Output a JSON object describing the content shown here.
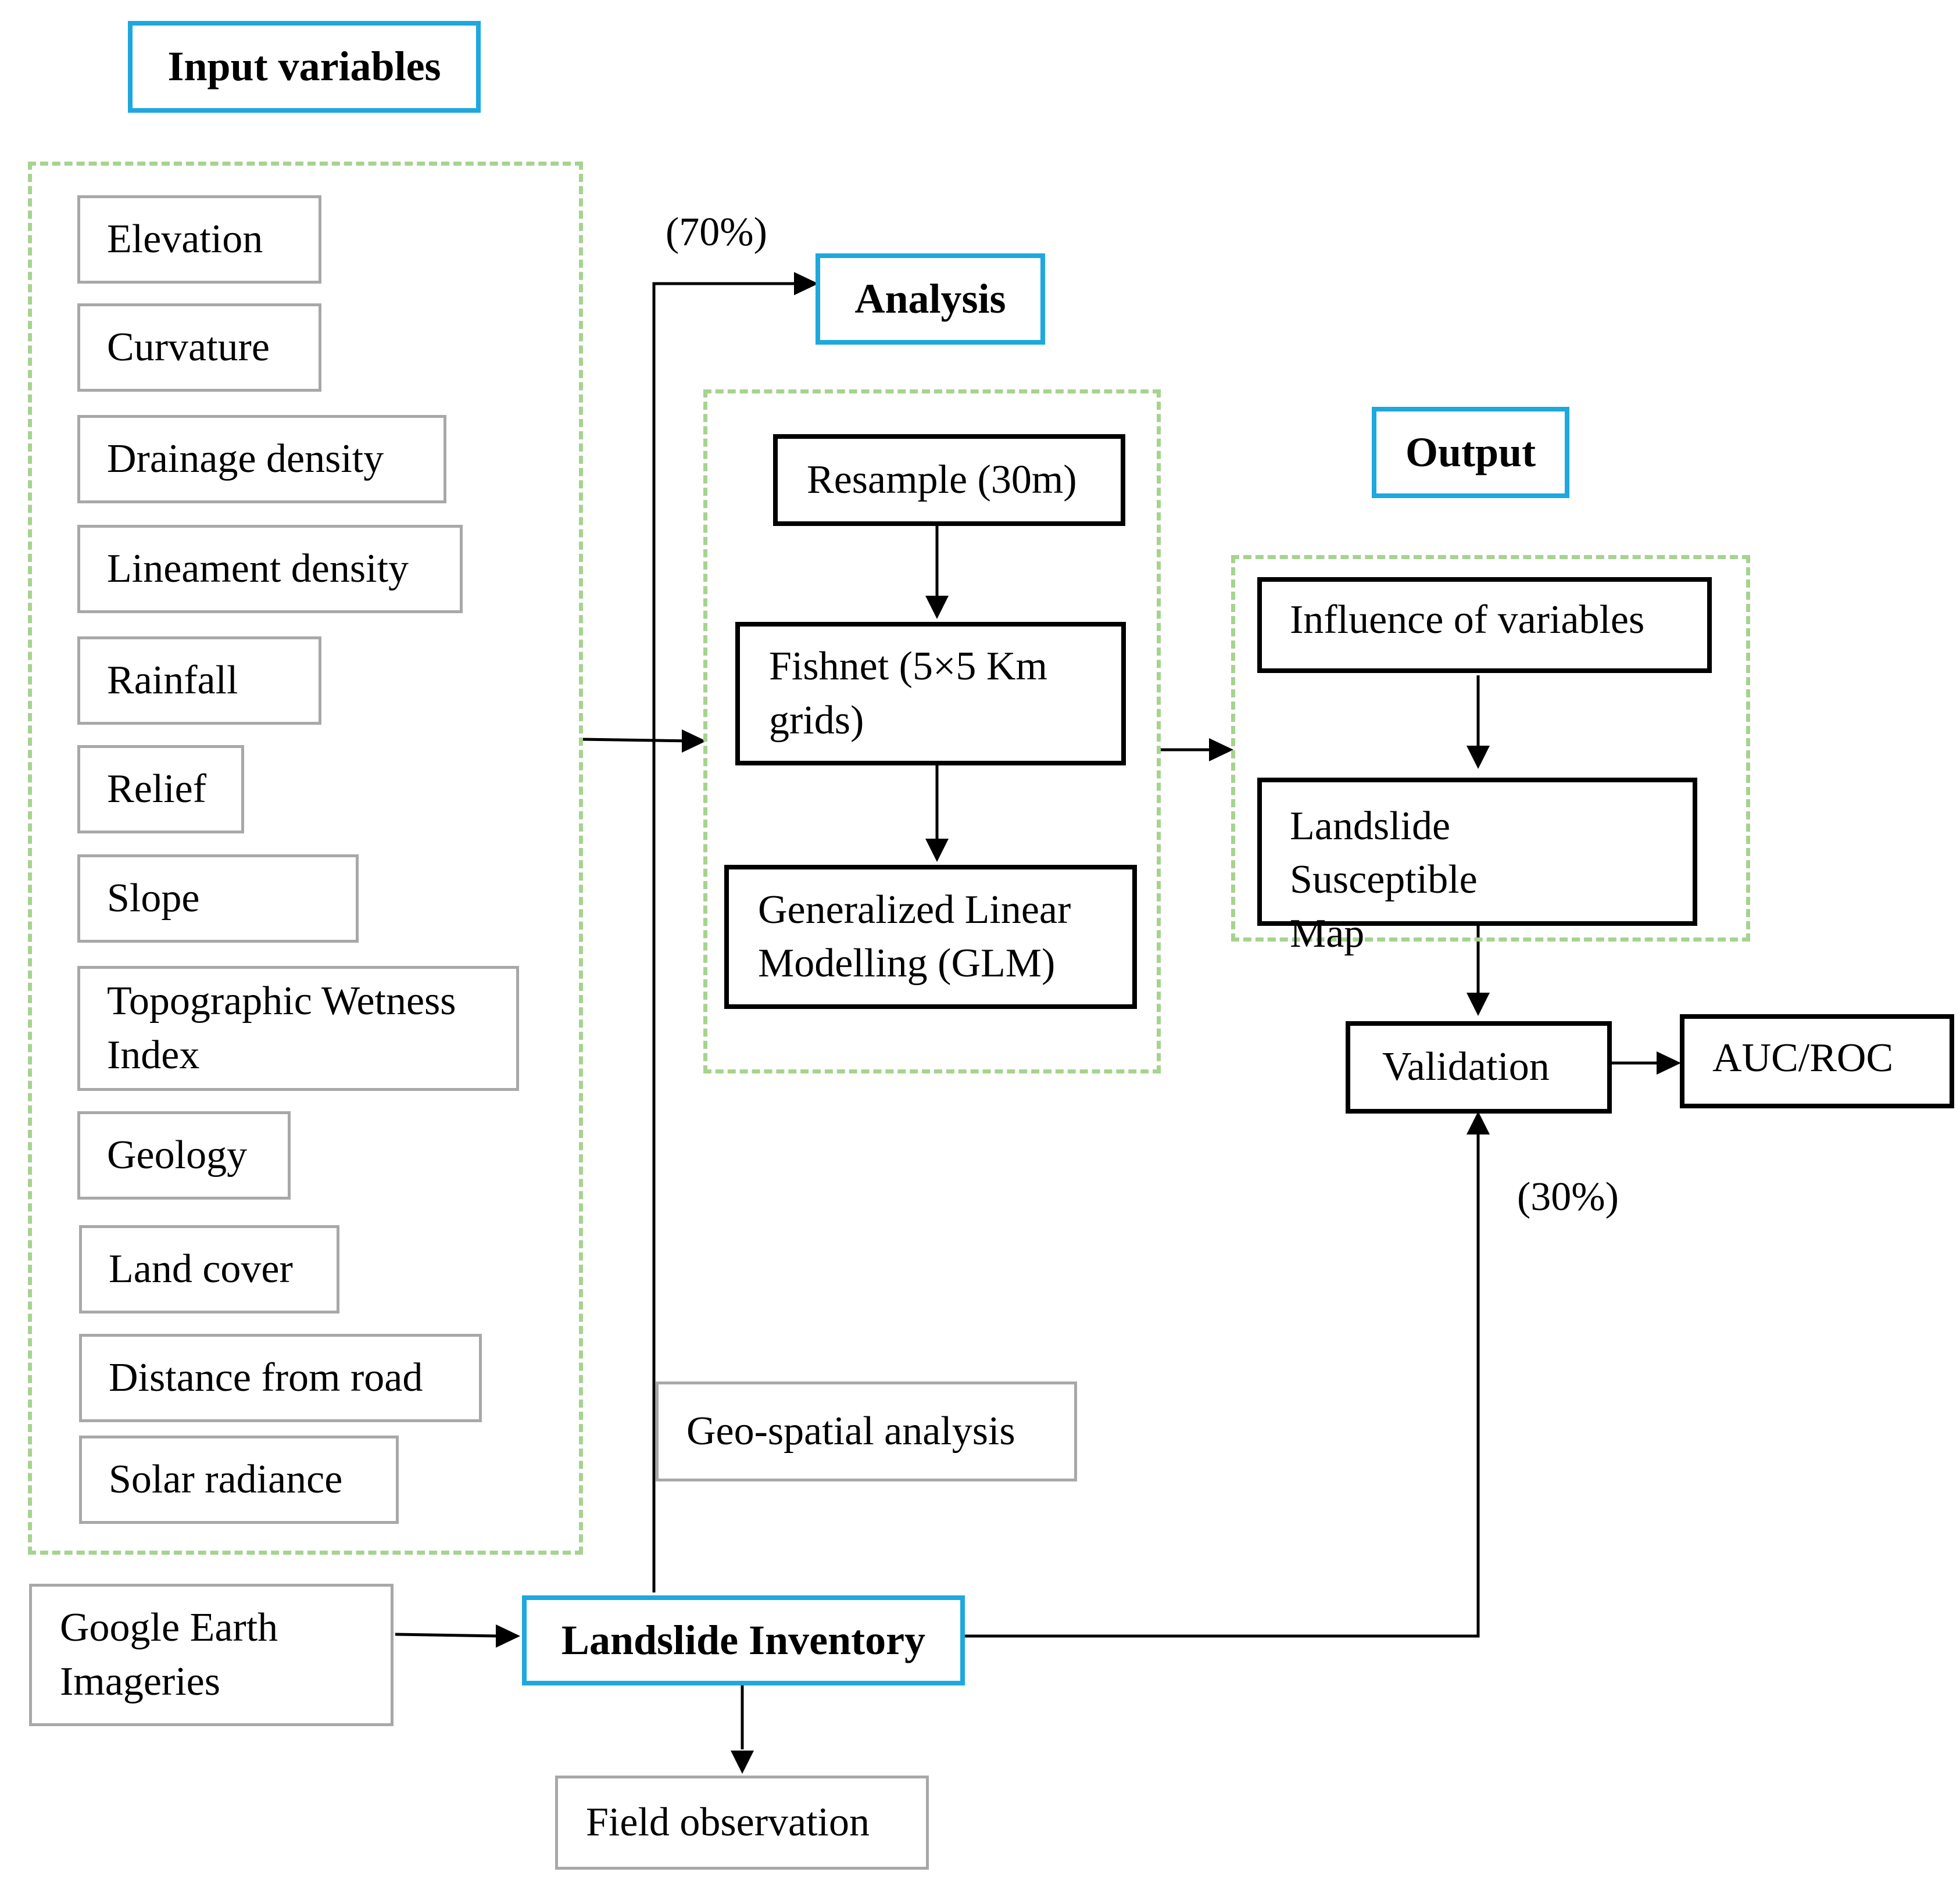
{
  "headers": {
    "input": "Input variables",
    "analysis": "Analysis",
    "output": "Output",
    "inventory": "Landslide Inventory"
  },
  "input_variables": [
    "Elevation",
    "Curvature",
    "Drainage density",
    "Lineament density",
    "Rainfall",
    "Relief",
    "Slope",
    "Topographic Wetness Index",
    "Geology",
    "Land cover",
    "Distance from road",
    "Solar radiance"
  ],
  "analysis_steps": {
    "resample": "Resample (30m)",
    "fishnet": "Fishnet (5×5 Km grids)",
    "glm": "Generalized Linear Modelling (GLM)"
  },
  "output_steps": {
    "influence": "Influence of variables",
    "map": "Landslide Susceptible Map"
  },
  "validation": "Validation",
  "auc_roc": "AUC/ROC",
  "split_labels": {
    "train": "(70%)",
    "test": "(30%)"
  },
  "sources": {
    "google_earth": "Google Earth Imageries",
    "geospatial": "Geo-spatial analysis",
    "field": "Field observation"
  },
  "colors": {
    "header_border": "#1ea8de",
    "group_dash": "#a6d38f",
    "gray_border": "#a8a8a8",
    "line": "#000000"
  }
}
